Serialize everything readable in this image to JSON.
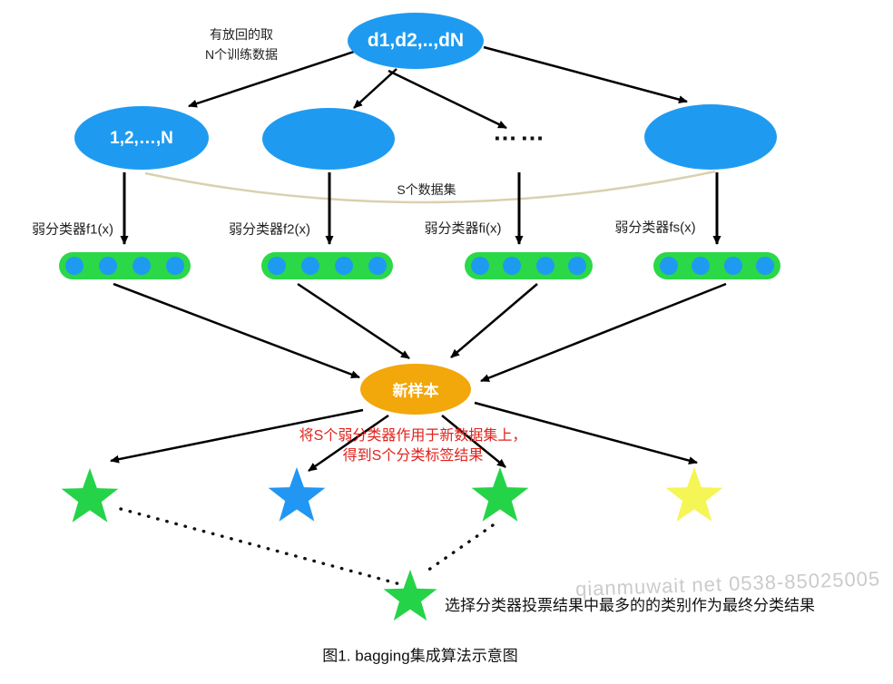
{
  "colors": {
    "blue": "#1e9bf0",
    "green": "#2bd848",
    "orange": "#f2a70a",
    "red_text": "#e0231c",
    "star_green": "#25d348",
    "star_blue": "#2196f3",
    "star_yellow": "#f5f556",
    "curve_tan": "#d9d1af",
    "watermark_gray": "#cbcbcb",
    "arrow_black": "#000000"
  },
  "top": {
    "dataset_label": "d1,d2,..,dN",
    "note_line1": "有放回的取",
    "note_line2": "N个训练数据"
  },
  "samples": {
    "first_label": "1,2,…,N",
    "ellipsis": "……",
    "s_datasets_label": "S个数据集"
  },
  "classifiers": {
    "f1": "弱分类器f1(x)",
    "f2": "弱分类器f2(x)",
    "fi": "弱分类器fi(x)",
    "fs": "弱分类器fs(x)"
  },
  "aggregate": {
    "new_sample_label": "新样本",
    "apply_note_line1": "将S个弱分类器作用于新数据集上，",
    "apply_note_line2": "得到S个分类标签结果",
    "vote_note": "选择分类器投票结果中最多的的类别作为最终分类结果"
  },
  "watermark": "qianmuwait net 0538-85025005",
  "caption": "图1. bagging集成算法示意图"
}
